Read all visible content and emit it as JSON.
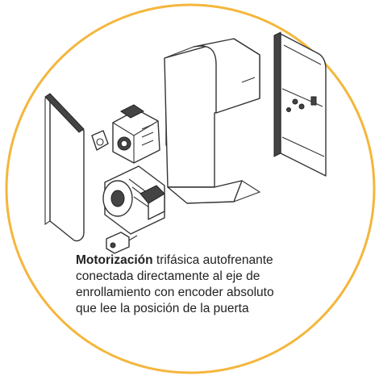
{
  "colors": {
    "circle_ring": "#f4b63c",
    "line_art": "#333333",
    "text": "#222222"
  },
  "caption": {
    "bold": "Motorización",
    "rest_line1": " trifásica autofrenante",
    "line2": "conectada directamente al eje de",
    "line3": "enrollamiento con encoder absoluto",
    "line4": "que lee la posición de la puerta"
  }
}
